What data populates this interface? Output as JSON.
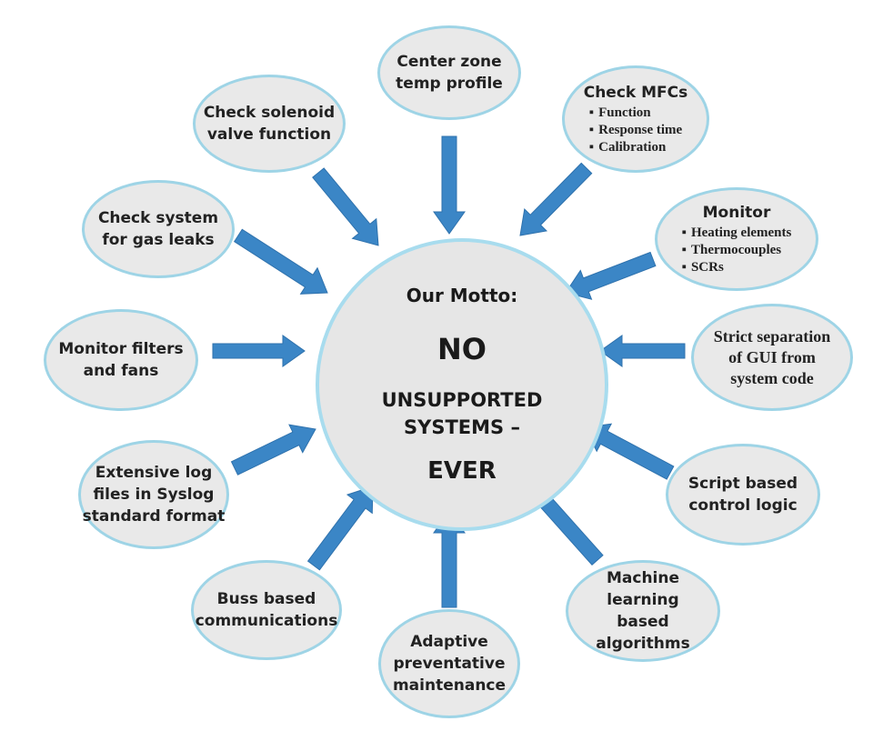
{
  "center": {
    "motto_label": "Our Motto:",
    "line1": "NO",
    "line2": "UNSUPPORTED",
    "line3": "SYSTEMS –",
    "line4": "EVER"
  },
  "nodes": {
    "center_zone": {
      "lines": [
        "Center zone",
        "temp profile"
      ]
    },
    "mfcs": {
      "title": "Check MFCs",
      "bullets": [
        "Function",
        "Response time",
        "Calibration"
      ]
    },
    "monitor": {
      "title": "Monitor",
      "bullets": [
        "Heating elements",
        "Thermocouples",
        "SCRs"
      ]
    },
    "gui": {
      "lines": [
        "Strict separation",
        "of GUI from",
        "system code"
      ]
    },
    "script": {
      "lines": [
        "Script based",
        "control logic"
      ]
    },
    "ml": {
      "lines": [
        "Machine learning",
        "based algorithms"
      ]
    },
    "adaptive": {
      "lines": [
        "Adaptive",
        "preventative",
        "maintenance"
      ]
    },
    "buss": {
      "lines": [
        "Buss based",
        "communications"
      ]
    },
    "log": {
      "lines": [
        "Extensive log",
        "files in Syslog",
        "standard format"
      ]
    },
    "filters": {
      "lines": [
        "Monitor filters",
        "and fans"
      ]
    },
    "gas": {
      "lines": [
        "Check system",
        "for gas leaks"
      ]
    },
    "solenoid": {
      "lines": [
        "Check solenoid",
        "valve function"
      ]
    }
  },
  "colors": {
    "arrow": "#3b86c6",
    "bubble_fill": "#e9e9e9",
    "bubble_border": "#9ed4e6"
  }
}
